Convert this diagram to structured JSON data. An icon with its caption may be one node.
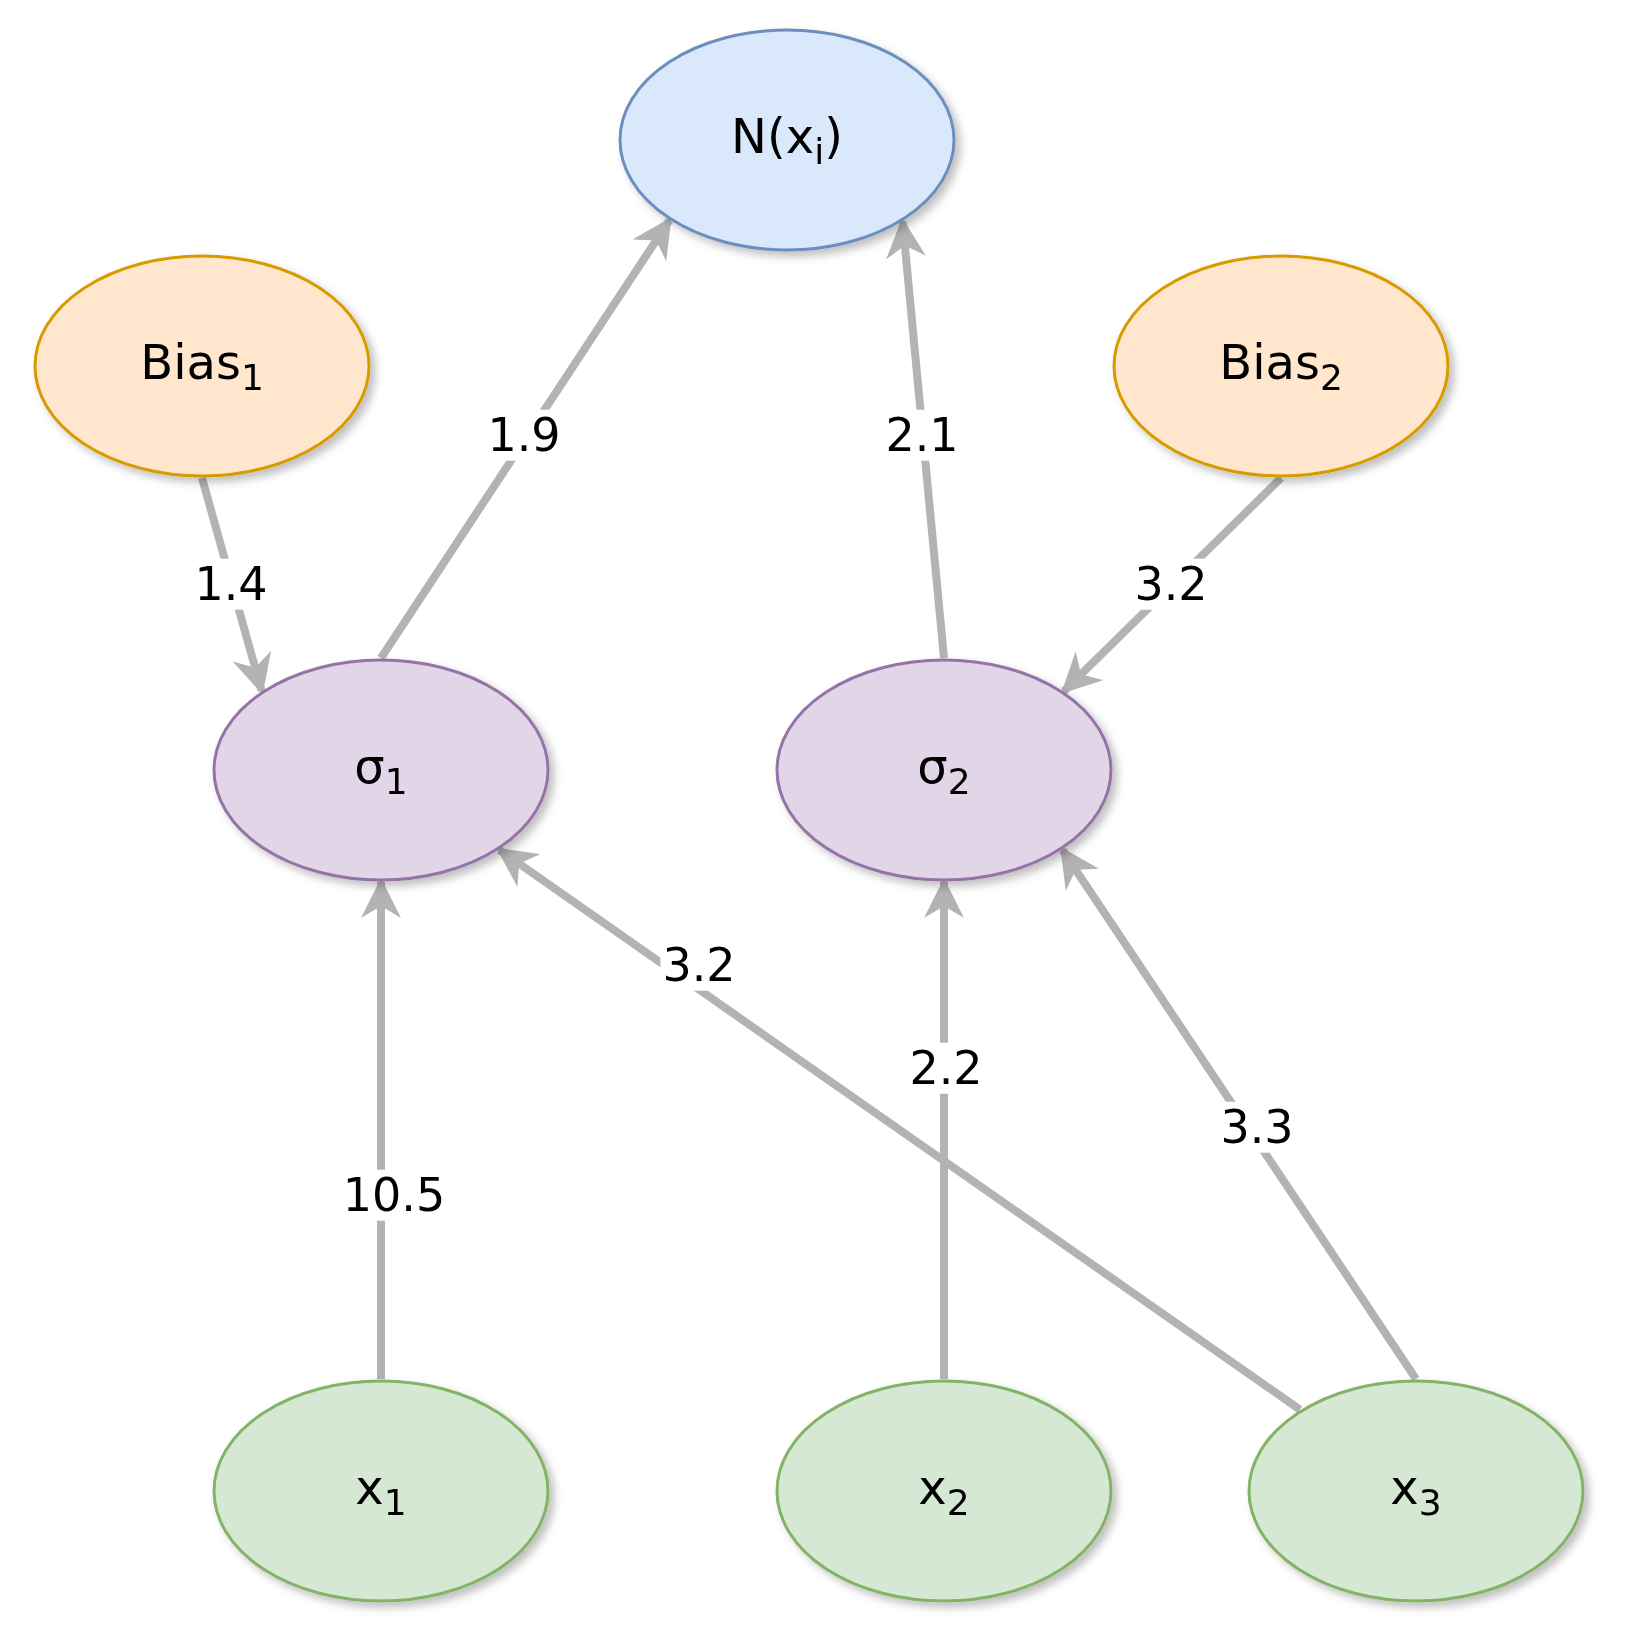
{
  "diagram": {
    "nodes": [
      {
        "text": [
          "N(x$_{i}$)"
        ]
      },
      {
        "text": [
          "Bias$_{1}$"
        ]
      },
      {
        "text": [
          "Bias$_{2}$"
        ]
      },
      {
        "text": [
          "σ$_{1}$"
        ]
      },
      {
        "text": [
          "σ$_{2}$"
        ]
      },
      {
        "text": [
          "x$_{1}$"
        ]
      },
      {
        "text": [
          "x$_{2}$"
        ]
      },
      {
        "text": [
          "x$_{3}$"
        ]
      }
    ],
    "edges": [
      {
        "from": 5,
        "to": 3,
        "arrow": "to",
        "label": "10.5"
      },
      {
        "from": 7,
        "to": 3,
        "arrow": "to",
        "label": "3.2"
      },
      {
        "from": 6,
        "to": 4,
        "arrow": "to",
        "label": "2.2"
      },
      {
        "from": 7,
        "to": 4,
        "arrow": "to",
        "label": "3.3"
      },
      {
        "from": 1,
        "to": 3,
        "arrow": "to",
        "label": "1.4"
      },
      {
        "from": 2,
        "to": 4,
        "arrow": "to",
        "label": "3.2"
      },
      {
        "from": 3,
        "to": 0,
        "arrow": "to",
        "label": "1.9"
      },
      {
        "from": 4,
        "to": 0,
        "arrow": "to",
        "label": "2.1"
      }
    ]
  }
}
